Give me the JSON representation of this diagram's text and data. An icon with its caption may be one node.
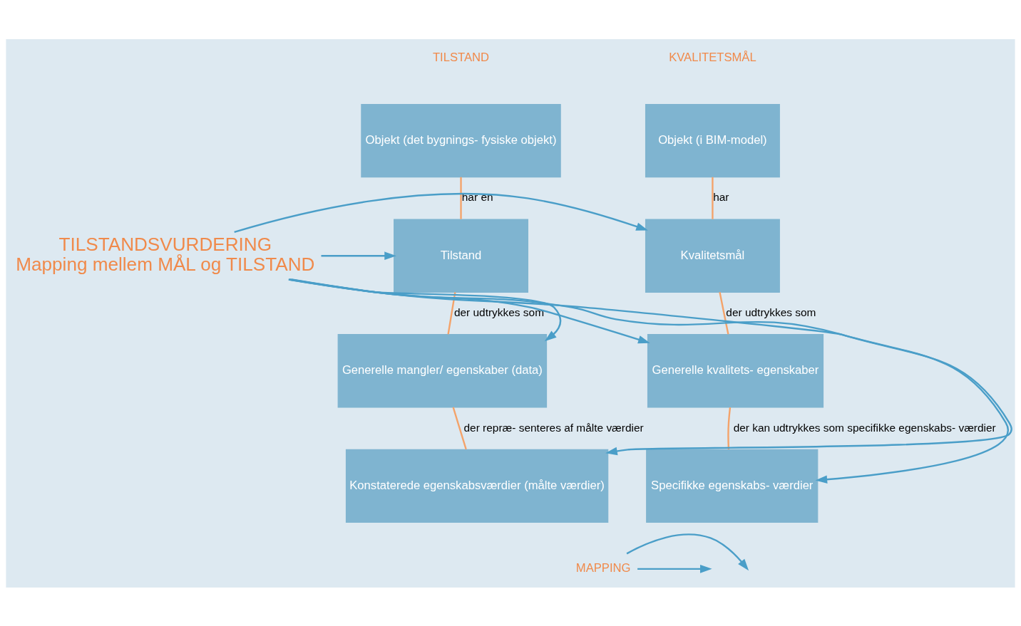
{
  "diagram": {
    "nodes": [
      {
        "text": [
          "Objekt (i BIM-model)"
        ]
      },
      {
        "text": [
          "Kvalitetsmål"
        ]
      },
      {
        "text": [
          "Generelle kvalitets- egenskaber"
        ]
      },
      {
        "text": [
          "Specifikke egenskabs- værdier"
        ]
      },
      {
        "text": [
          "Objekt (det bygnings- fysiske objekt)"
        ]
      },
      {
        "text": [
          "Tilstand"
        ]
      },
      {
        "text": [
          "Generelle mangler/ egenskaber (data)"
        ]
      },
      {
        "text": [
          "Konstaterede egenskabsværdier (målte værdier)"
        ]
      },
      {
        "text": [
          "TILSTANDSVURDERING",
          "Mapping mellem MÅL og TILSTAND"
        ]
      },
      {
        "text": [
          "MAPPING"
        ]
      }
    ],
    "edges": [
      {
        "from": 0,
        "to": 1,
        "arrow": "none",
        "label": "har",
        "color": "#f4a36a"
      },
      {
        "from": 1,
        "to": 2,
        "arrow": "none",
        "label": "der udtrykkes som",
        "color": "#f4a36a"
      },
      {
        "from": 2,
        "to": 3,
        "arrow": "none",
        "label": "der kan udtrykkes som specifikke egenskabs- værdier",
        "color": "#f4a36a"
      },
      {
        "from": 4,
        "to": 5,
        "arrow": "none",
        "label": "har en",
        "color": "#f4a36a"
      },
      {
        "from": 5,
        "to": 6,
        "arrow": "none",
        "label": "der udtrykkes som",
        "color": "#f4a36a"
      },
      {
        "from": 6,
        "to": 7,
        "arrow": "none",
        "label": "der repræ- senteres af målte værdier",
        "color": "#f4a36a"
      },
      {
        "from": 8,
        "to": 1,
        "arrow": "to"
      },
      {
        "from": 8,
        "to": 5,
        "arrow": "to"
      },
      {
        "from": 8,
        "to": 2,
        "arrow": "to"
      },
      {
        "from": 8,
        "to": 6,
        "arrow": "to"
      },
      {
        "from": 8,
        "to": 3,
        "arrow": "to"
      },
      {
        "from": 8,
        "to": 7,
        "arrow": "to"
      },
      {
        "from": 9,
        "to": null,
        "arrow": "to"
      },
      {
        "from": 9,
        "to": null,
        "arrow": "to"
      }
    ],
    "labels": [
      "KVALITETSMÅL",
      "TILSTAND"
    ]
  }
}
